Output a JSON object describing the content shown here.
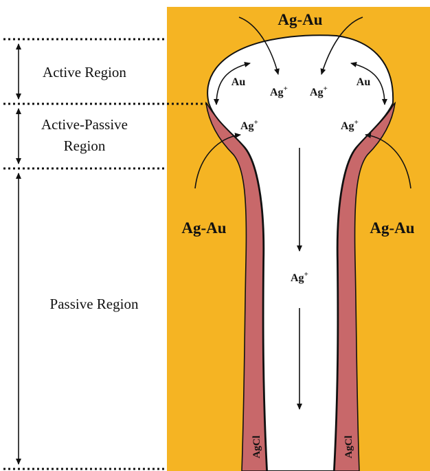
{
  "colors": {
    "alloy": "#F5B423",
    "agcl_film": "#C8686A",
    "pit_interior": "#FFFFFF",
    "outline": "#111111"
  },
  "regions": {
    "active": "Active Region",
    "active_passive_line1": "Active-Passive",
    "active_passive_line2": "Region",
    "passive": "Passive Region"
  },
  "alloy_labels": {
    "top": "Ag-Au",
    "left": "Ag-Au",
    "right": "Ag-Au"
  },
  "species": {
    "au_left": "Au",
    "au_right": "Au",
    "ag": "Ag",
    "plus": "+"
  },
  "film": {
    "left": "AgCl",
    "right": "AgCl"
  }
}
